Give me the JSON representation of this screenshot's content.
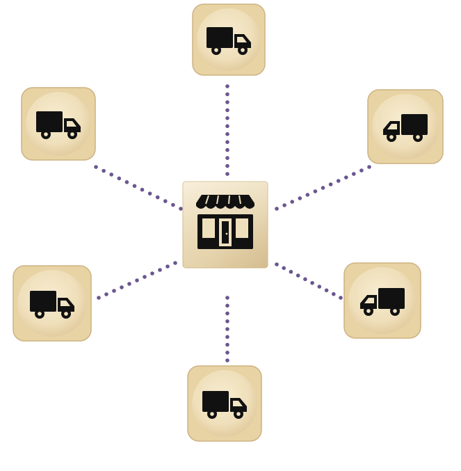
{
  "scene": {
    "hub": {
      "icon": "storefront-icon"
    },
    "nodes": [
      {
        "id": "top",
        "icon": "truck-icon",
        "facing": "right"
      },
      {
        "id": "upper-left",
        "icon": "truck-icon",
        "facing": "right"
      },
      {
        "id": "upper-right",
        "icon": "truck-icon",
        "facing": "left"
      },
      {
        "id": "lower-left",
        "icon": "truck-icon",
        "facing": "right"
      },
      {
        "id": "lower-right",
        "icon": "truck-icon",
        "facing": "left"
      },
      {
        "id": "bottom",
        "icon": "truck-icon",
        "facing": "right"
      }
    ],
    "connector_style": "dotted",
    "colors": {
      "connector": "#6a568f",
      "icon": "#111111",
      "wood_light": "#f3e6c6",
      "wood_mid": "#e8d3a4",
      "wood_dark": "#cdb282",
      "background": "#ffffff"
    }
  }
}
